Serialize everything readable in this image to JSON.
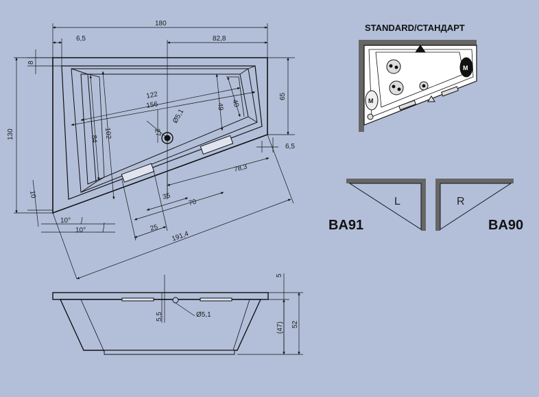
{
  "top_view": {
    "dims": {
      "overall_length": "180",
      "left_offset": "6,5",
      "drain_to_right": "82,8",
      "rim_top": "8",
      "overall_width": "130",
      "right_height": "65",
      "right_offset": "6,5",
      "inner_long_122": "122",
      "inner_long_156": "156",
      "inner_h_84": "84",
      "inner_h_102": "102",
      "inner_h_49": "49",
      "inner_h_40": "40",
      "drain_dia": "Ø5,1",
      "drain_27": "27",
      "diag_78": "78,3",
      "bottom_35": "35",
      "bottom_70": "70",
      "bottom_25": "25",
      "diag_191": "191,4",
      "left_10": "10",
      "angle_a": "10°",
      "angle_b": "10°"
    }
  },
  "standard_view": {
    "title": "STANDARD/СТАНДАРТ",
    "icon_m_left": "M",
    "icon_m_right": "M"
  },
  "variants": {
    "left_letter": "L",
    "right_letter": "R",
    "left_code": "BA91",
    "right_code": "BA90"
  },
  "side_view": {
    "dims": {
      "rim_5": "5",
      "drain_55": "5,5",
      "drain_dia": "Ø5,1",
      "depth_47": "(47)",
      "height_52": "52"
    }
  },
  "colors": {
    "background": "#b3bfd9",
    "line": "#111111",
    "fill_white": "#ffffff"
  }
}
